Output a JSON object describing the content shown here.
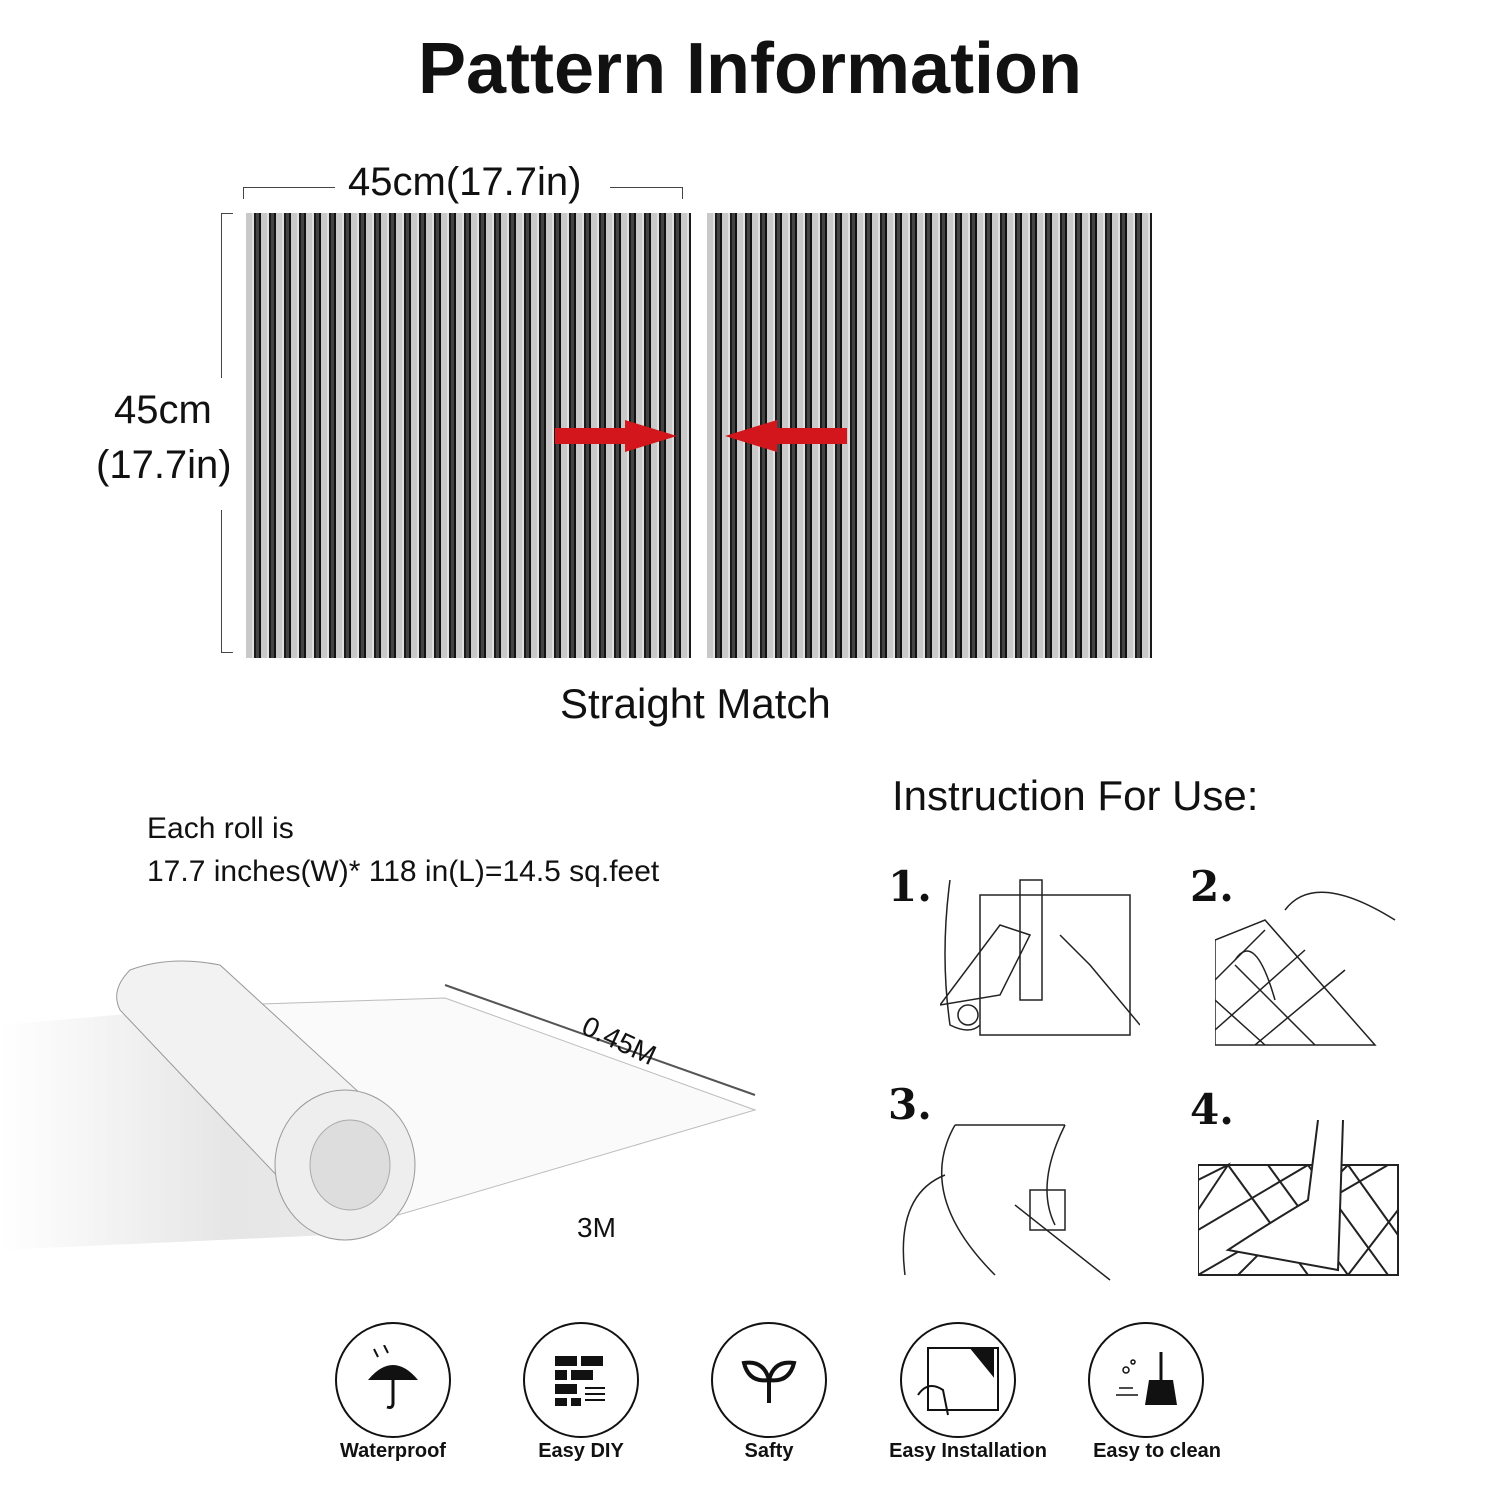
{
  "title": "Pattern Information",
  "width_label": "45cm(17.7in)",
  "height_label_line1": "45cm",
  "height_label_line2": "(17.7in)",
  "match_label": "Straight Match",
  "roll_info": {
    "line1": "Each roll is",
    "line2": "17.7 inches(W)* 118 in(L)=14.5 sq.feet",
    "width": "0.45M",
    "length": "3M"
  },
  "instructions": {
    "title": "Instruction For Use:",
    "steps": [
      "1.",
      "2.",
      "3.",
      "4."
    ]
  },
  "features": [
    {
      "label": "Waterproof",
      "icon": "umbrella-icon"
    },
    {
      "label": "Easy DIY",
      "icon": "bricks-icon"
    },
    {
      "label": "Safty",
      "icon": "sprout-icon"
    },
    {
      "label": "Easy Installation",
      "icon": "installation-icon"
    },
    {
      "label": "Easy to clean",
      "icon": "broom-icon"
    }
  ],
  "colors": {
    "arrow": "#d3151c"
  }
}
